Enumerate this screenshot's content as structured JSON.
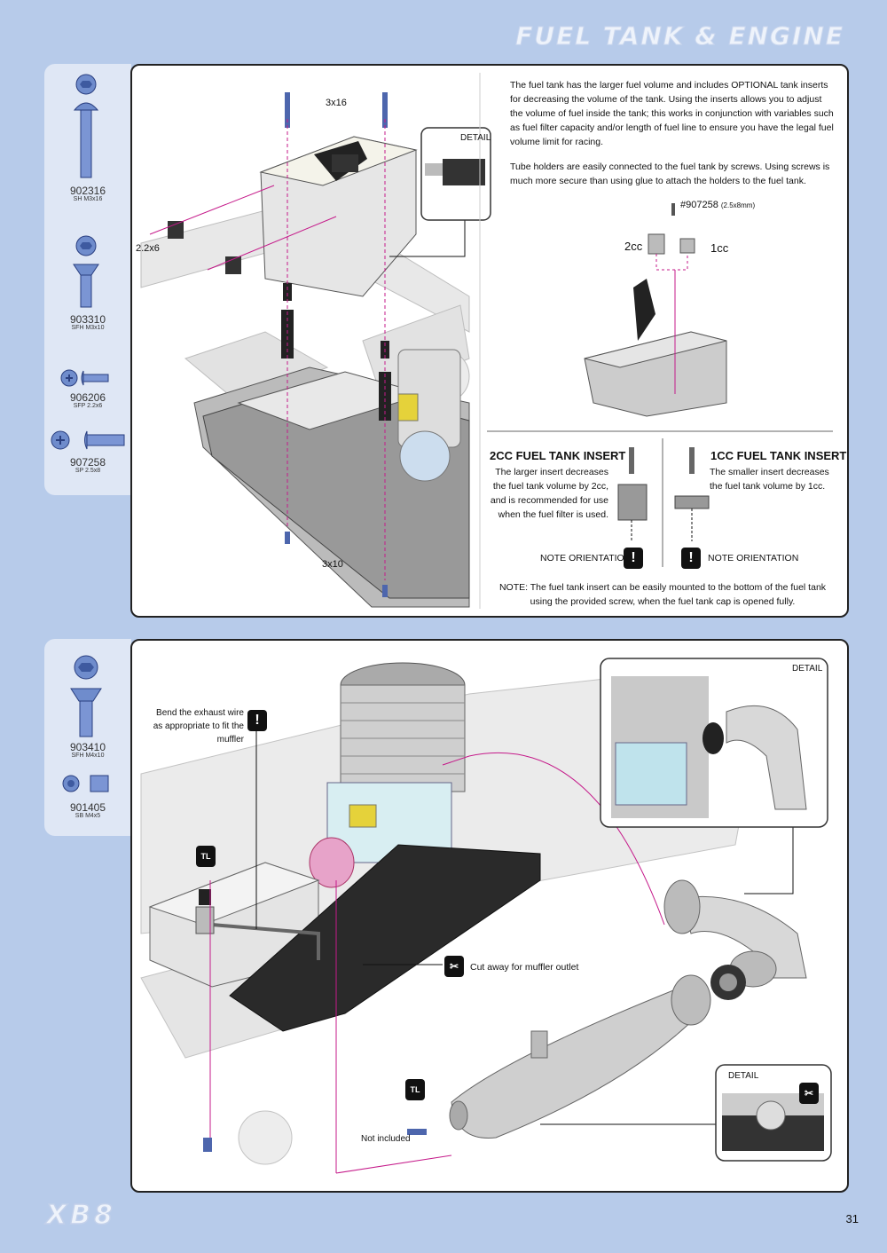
{
  "header": {
    "title": "FUEL TANK & ENGINE"
  },
  "parts_top": [
    {
      "number": "902316",
      "desc": "SH M3x16"
    },
    {
      "number": "903310",
      "desc": "SFH M3x10"
    },
    {
      "number": "906206",
      "desc": "SFP 2.2x6"
    },
    {
      "number": "907258",
      "desc": "SP 2.5x8"
    }
  ],
  "parts_bottom": [
    {
      "number": "903410",
      "desc": "SFH M4x10"
    },
    {
      "number": "901405",
      "desc": "SB M4x5"
    }
  ],
  "step1": {
    "label_3x16": "3x16",
    "label_2_2x6": "2.2x6",
    "label_3x10": "3x10",
    "detail": "DETAIL",
    "para1": "The fuel tank has the larger fuel volume and includes OPTIONAL tank inserts for decreasing the volume of the tank. Using the inserts allows you to adjust the volume of fuel inside the tank; this works in conjunction with variables such as fuel filter capacity and/or length of fuel line to ensure you have the legal fuel volume limit for racing.",
    "para2": "Tube holders are easily connected to the fuel tank by screws. Using screws is much more secure than using glue to attach the holders to the fuel tank.",
    "screw_ref": "#907258",
    "screw_size": "(2.5x8mm)",
    "label_2cc": "2cc",
    "label_1cc": "1cc",
    "insert2_title": "2CC FUEL TANK INSERT",
    "insert2_text": "The larger insert decreases the fuel tank volume by 2cc, and is recommended for use when the fuel filter is used.",
    "insert1_title": "1CC FUEL TANK INSERT",
    "insert1_text": "The smaller insert decreases the fuel tank volume by 1cc.",
    "note_orientation": "NOTE ORIENTATION",
    "note": "NOTE: The fuel tank insert can be easily mounted to the bottom of the fuel tank using the provided screw, when the fuel tank cap is opened fully."
  },
  "step2": {
    "bend_text": "Bend the exhaust wire as appropriate to fit the muffler",
    "detail_top": "DETAIL",
    "detail_bottom": "DETAIL",
    "cut_away": "Cut away for muffler outlet",
    "not_included": "Not included",
    "tl_icon": "TL"
  },
  "footer": {
    "logo": "XB8",
    "page": "31"
  }
}
